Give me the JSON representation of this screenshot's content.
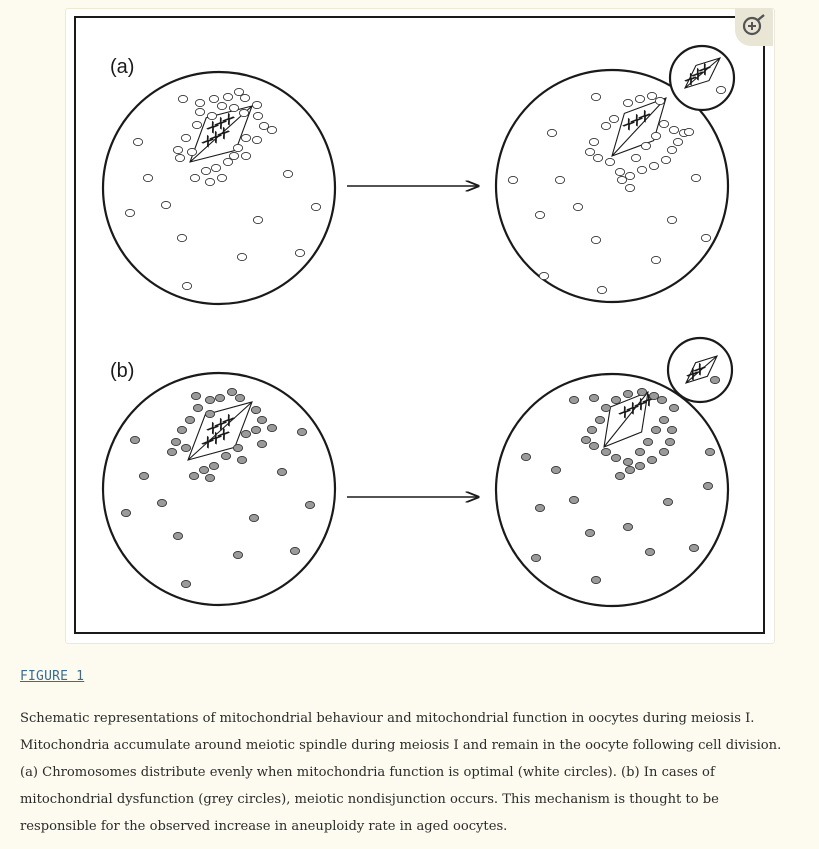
{
  "figure": {
    "panel_labels": [
      "(a)",
      "(b)"
    ],
    "chromosome_mark": "X",
    "colors": {
      "healthy_mitochondria": "#ffffff",
      "dysfunctional_mitochondria": "#9a9a9a",
      "outline": "#1a1a1a"
    },
    "zoom_icon": "zoom-in-icon"
  },
  "link": {
    "label": "FIGURE 1"
  },
  "caption": {
    "lines": [
      "Schematic representations of mitochondrial behaviour and mitochondrial function in oocytes during meiosis I.",
      "Mitochondria accumulate around meiotic spindle during meiosis I and remain in the oocyte following cell division.",
      "(a) Chromosomes distribute evenly when mitochondria function is optimal (white circles). (b) In cases of",
      "mitochondrial dysfunction (grey circles), meiotic nondisjunction occurs. This mechanism is thought to be",
      "responsible for the observed increase in aneuploidy rate in aged oocytes."
    ]
  }
}
